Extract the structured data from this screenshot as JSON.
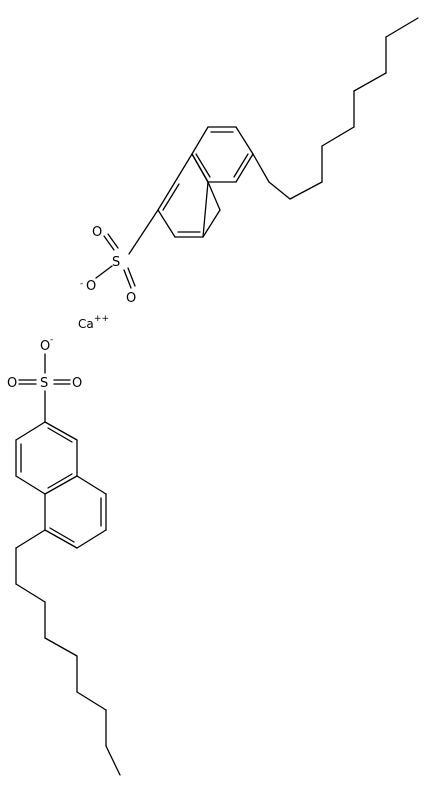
{
  "molecule": {
    "top_anion": {
      "sulfur": "S",
      "oxygen_double_1": "O",
      "oxygen_double_2": "O",
      "oxygen_single": "O",
      "oxygen_charge": "-"
    },
    "cation": {
      "symbol": "Ca",
      "charge": "++"
    },
    "bottom_anion": {
      "sulfur": "S",
      "oxygen_double_1": "O",
      "oxygen_double_2": "O",
      "oxygen_single": "O",
      "oxygen_charge": "-"
    }
  }
}
